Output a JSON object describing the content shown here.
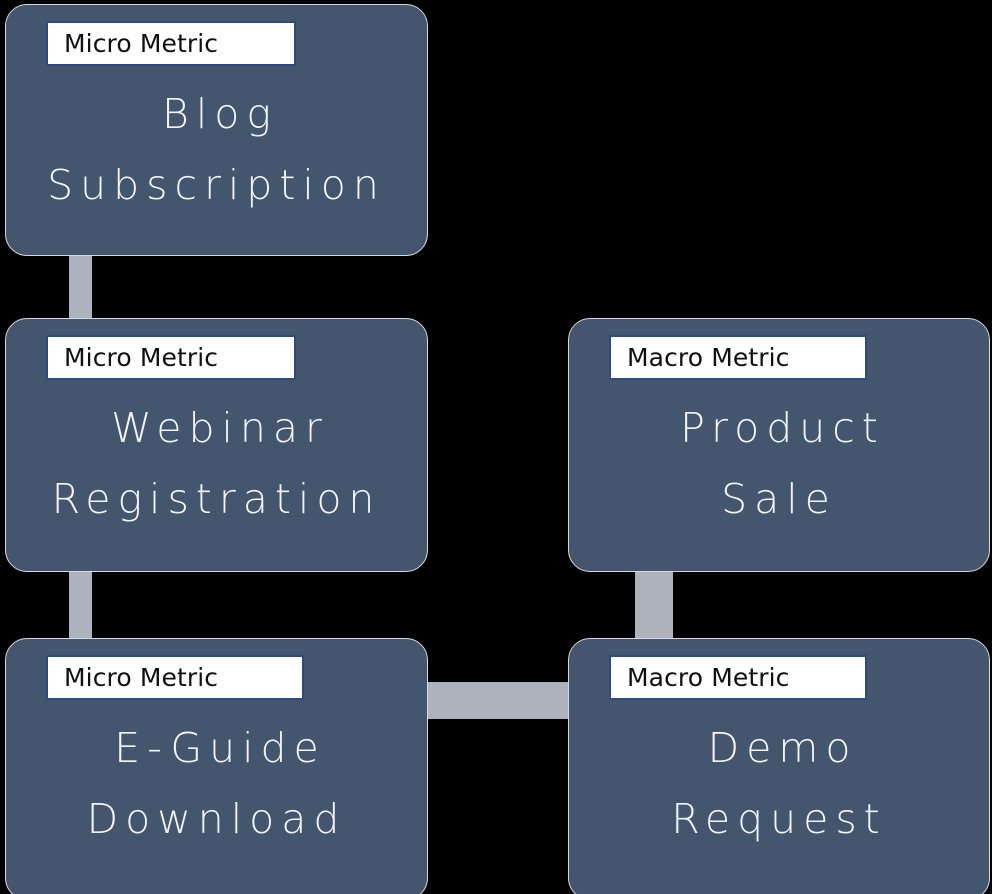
{
  "diagram": {
    "background_color": "#000000",
    "card_fill_color": "#44556e",
    "card_outline_color": "#d7d9de",
    "connector_color": "#aeb2bd",
    "label_border_color": "#2e4a7d",
    "label_background_color": "#ffffff",
    "title_text_color": "#f2f4f7",
    "cards": [
      {
        "id": "blog-subscription",
        "metric_type": "Micro Metric",
        "title": "Blog\nSubscription",
        "column": "left",
        "row": 1
      },
      {
        "id": "webinar-registration",
        "metric_type": "Micro Metric",
        "title": "Webinar\nRegistration",
        "column": "left",
        "row": 2
      },
      {
        "id": "e-guide-download",
        "metric_type": "Micro Metric",
        "title": "E-Guide\nDownload",
        "column": "left",
        "row": 3
      },
      {
        "id": "product-sale",
        "metric_type": "Macro Metric",
        "title": "Product\nSale",
        "column": "right",
        "row": 2
      },
      {
        "id": "demo-request",
        "metric_type": "Macro Metric",
        "title": "Demo\nRequest",
        "column": "right",
        "row": 3
      }
    ],
    "connectors": [
      {
        "id": "blog-to-webinar",
        "orientation": "vertical"
      },
      {
        "id": "webinar-to-eguide",
        "orientation": "vertical"
      },
      {
        "id": "product-sale-to-demo",
        "orientation": "vertical"
      },
      {
        "id": "eguide-to-demo",
        "orientation": "horizontal"
      }
    ]
  }
}
